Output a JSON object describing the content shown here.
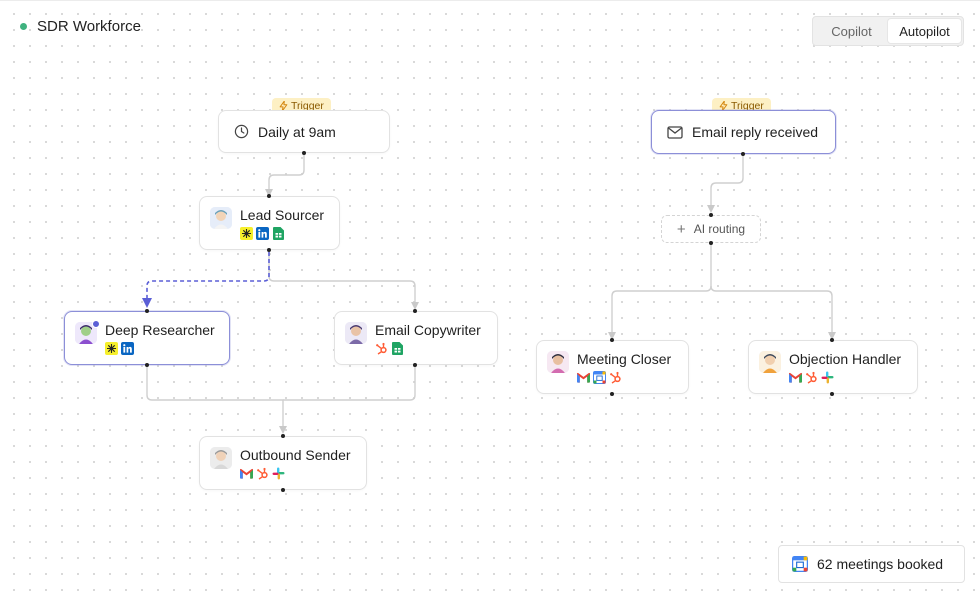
{
  "header": {
    "title": "SDR Workforce"
  },
  "mode_toggle": {
    "copilot": "Copilot",
    "autopilot": "Autopilot",
    "active": "autopilot"
  },
  "triggers": [
    {
      "badge": "Trigger",
      "label": "Daily at 9am",
      "icon": "clock-icon"
    },
    {
      "badge": "Trigger",
      "label": "Email reply received",
      "icon": "mail-icon"
    }
  ],
  "agents": {
    "lead_sourcer": {
      "name": "Lead Sourcer",
      "tools": [
        "sparkle-icon",
        "linkedin-icon",
        "sheets-icon"
      ]
    },
    "deep_researcher": {
      "name": "Deep Researcher",
      "tools": [
        "sparkle-icon",
        "linkedin-icon"
      ]
    },
    "email_copywriter": {
      "name": "Email Copywriter",
      "tools": [
        "hubspot-icon",
        "sheets-icon"
      ]
    },
    "outbound_sender": {
      "name": "Outbound Sender",
      "tools": [
        "gmail-icon",
        "hubspot-icon",
        "slack-icon"
      ]
    },
    "meeting_closer": {
      "name": "Meeting Closer",
      "tools": [
        "gmail-icon",
        "google-calendar-icon",
        "hubspot-icon"
      ]
    },
    "objection_handler": {
      "name": "Objection Handler",
      "tools": [
        "gmail-icon",
        "hubspot-icon",
        "slack-icon"
      ]
    }
  },
  "routing": {
    "label": "AI routing"
  },
  "stats": {
    "meetings_booked": "62 meetings booked"
  },
  "colors": {
    "accent": "#5b5fd6",
    "status": "#3fb27f",
    "trigger_bg": "#fdf0c4"
  }
}
